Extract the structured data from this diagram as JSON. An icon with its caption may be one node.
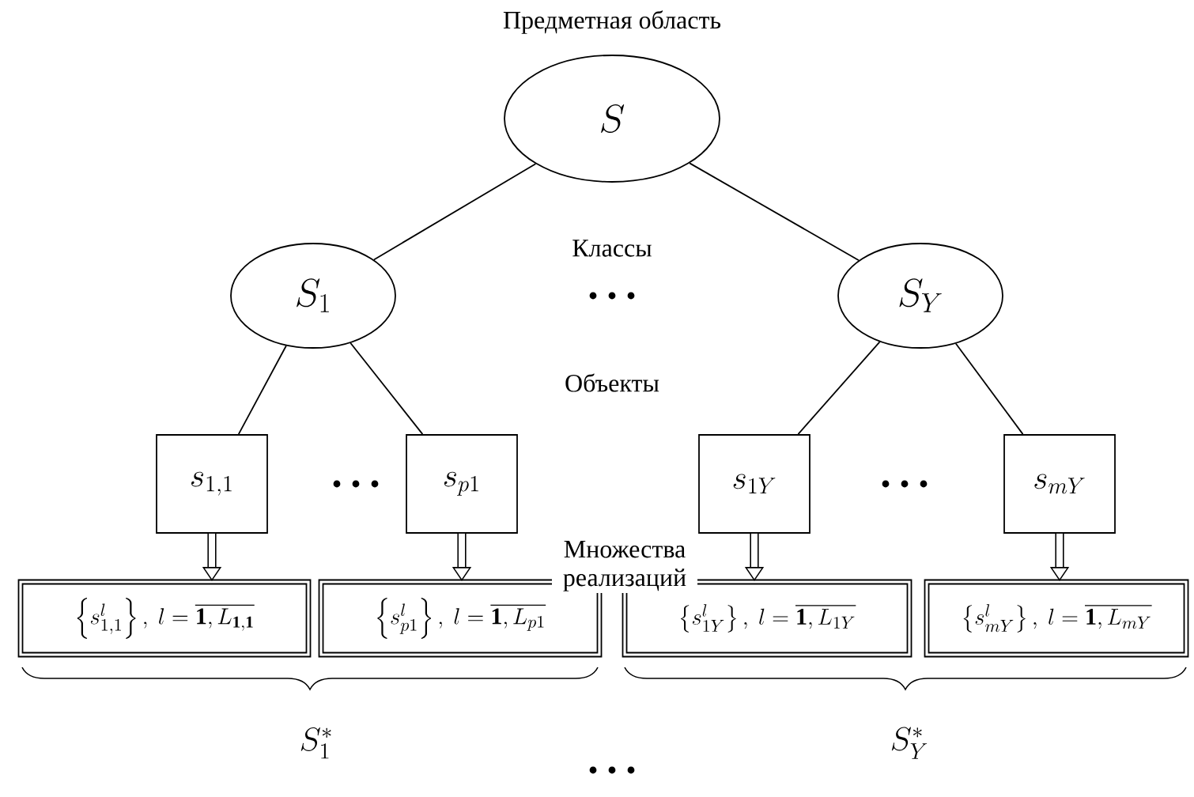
{
  "diagram": {
    "nodes": [
      {
        "text": [
          "S"
        ]
      },
      {
        "text": [
          "S_1"
        ]
      },
      {
        "text": [
          "S_Y"
        ]
      },
      {
        "text": [
          "s_{1,1}"
        ]
      },
      {
        "text": [
          "s_{p1}"
        ]
      },
      {
        "text": [
          "s_{1Y}"
        ]
      },
      {
        "text": [
          "s_{mY}"
        ]
      },
      {
        "text": [
          "\\left\\{s^{l}_{1,1}\\right\\},\\ l=\\overline{\\mathbf{1},L_{\\mathbf{1,1}}}"
        ]
      },
      {
        "text": [
          "\\left\\{s^{l}_{p1}\\right\\},\\ l=\\overline{\\mathbf{1},L_{p1}}"
        ]
      },
      {
        "text": [
          "\\left\\{s^{l}_{1Y}\\right\\},\\ l=\\overline{\\mathbf{1},L_{1Y}}"
        ]
      },
      {
        "text": [
          "\\left\\{s^{l}_{mY}\\right\\},\\ l=\\overline{\\mathbf{1},L_{mY}}"
        ]
      }
    ],
    "edges": [
      {
        "from": 0,
        "to": 1,
        "arrow": "none"
      },
      {
        "from": 0,
        "to": 2,
        "arrow": "none"
      },
      {
        "from": 1,
        "to": 3,
        "arrow": "none"
      },
      {
        "from": 1,
        "to": 4,
        "arrow": "none"
      },
      {
        "from": 2,
        "to": 5,
        "arrow": "none"
      },
      {
        "from": 2,
        "to": 6,
        "arrow": "none"
      },
      {
        "from": 3,
        "to": 7,
        "arrow": "to",
        "style": "thick"
      },
      {
        "from": 4,
        "to": 8,
        "arrow": "to",
        "style": "thick"
      },
      {
        "from": 5,
        "to": 9,
        "arrow": "to",
        "style": "thick"
      },
      {
        "from": 6,
        "to": 10,
        "arrow": "to",
        "style": "thick"
      }
    ],
    "labels": [
      "Предметная область",
      "Классы",
      "Объекты",
      "Множества реализаций",
      "S^{*}_{1}",
      "S^{*}_{Y}"
    ]
  }
}
